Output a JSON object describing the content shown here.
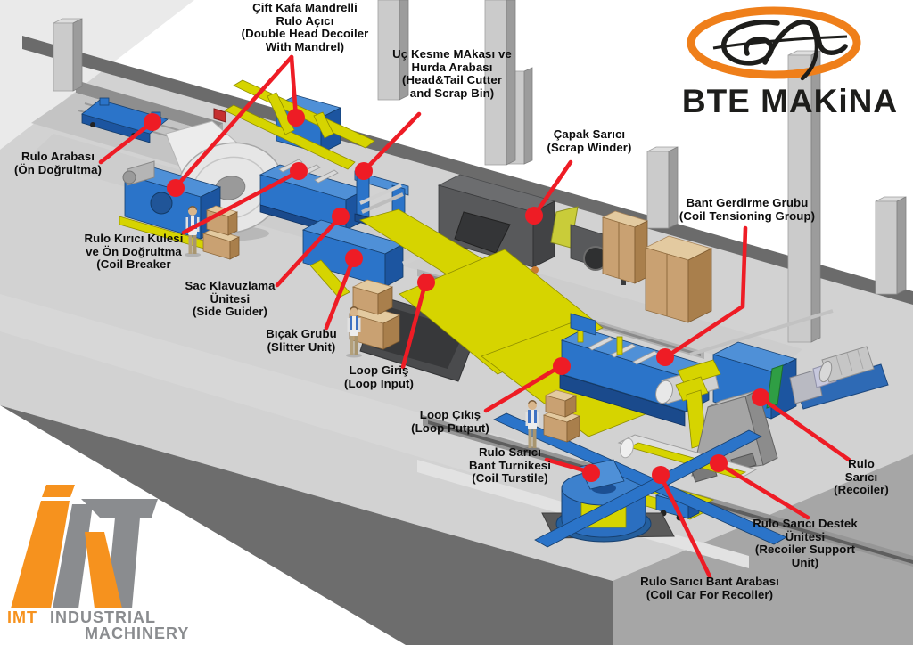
{
  "page": {
    "background": "#ffffff"
  },
  "logo_bte": {
    "wordmark": "BTE MAKiNA",
    "monogram": "EA",
    "orange": "#EF7F1A",
    "black": "#1D1D1B"
  },
  "logo_imt": {
    "imt": "IMT",
    "industrial": "INDUSTRIAL",
    "machinery": "MACHINERY",
    "orange": "#F6921E",
    "gray": "#8A8C8F"
  },
  "colors": {
    "callout_red": "#EE1C25",
    "machine_blue": "#2B74C9",
    "machine_yellow": "#D6D400",
    "dark_machine_gray": "#58595B",
    "floor_top": "#D2D2D2",
    "floor_front_face": "#6B6B6B",
    "floor_right_face": "#A6A6A6",
    "crate_tan": "#C9A172",
    "coil_silver": "#E6E6E6"
  },
  "callouts": [
    {
      "id": "rulo-arabasi",
      "text": "Rulo Arabası\n(Ön Doğrultma)"
    },
    {
      "id": "cift-kafa-mandrelli",
      "text": "Çift Kafa Mandrelli\nRulo Açıcı\n(Double Head Decoiler\nWith Mandrel)"
    },
    {
      "id": "uc-kesme",
      "text": "Uç Kesme MAkası ve\nHurda Arabası\n(Head&Tail Cutter\nand Scrap Bin)"
    },
    {
      "id": "capak-sarici",
      "text": "Çapak Sarıcı\n(Scrap Winder)"
    },
    {
      "id": "rulo-kirici",
      "text": "Rulo Kırıcı Kulesi\nve Ön Doğrultma\n(Coil Breaker"
    },
    {
      "id": "sac-klavuzlama",
      "text": "Sac Klavuzlama\nÜnitesi\n(Side Guider)"
    },
    {
      "id": "bicak-grubu",
      "text": "Bıçak Grubu\n(Slitter Unit)"
    },
    {
      "id": "loop-giris",
      "text": "Loop Giriş\n(Loop Input)"
    },
    {
      "id": "loop-cikis",
      "text": "Loop Çıkış\n(Loop Putput)"
    },
    {
      "id": "bant-gerdirme",
      "text": "Bant Gerdirme Grubu\n(Coil Tensioning Group)"
    },
    {
      "id": "bant-turnikesi",
      "text": "Rulo Sarıcı\nBant  Turnikesi\n(Coil Turstile)"
    },
    {
      "id": "rulo-sarici",
      "text": "Rulo  Sarıcı\n(Recoiler)"
    },
    {
      "id": "destek-unitesi",
      "text": "Rulo Sarıcı Destek Ünitesi\n(Recoiler Support Unit)"
    },
    {
      "id": "bant-arabasi",
      "text": "Rulo Sarıcı Bant Arabası\n(Coil Car For Recoiler)"
    }
  ]
}
